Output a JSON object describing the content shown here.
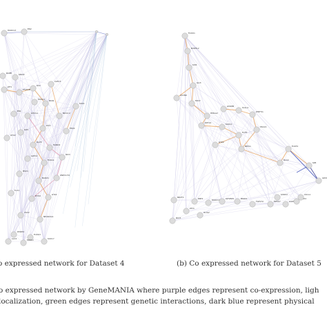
{
  "figure": {
    "subcaption_a": "o expressed network for Dataset 4",
    "subcaption_b": "(b) Co expressed network for Dataset 5",
    "caption_line1": "o expressed network by GeneMANIA where purple edges represent co-expression, ligh",
    "caption_line2": "localization, green edges represent genetic interactions, dark blue represent physical"
  },
  "network_a": {
    "node_labels": [
      "HOXD13",
      "EN2",
      "RARB",
      "SNAI2",
      "WT1",
      "TFAP2B",
      "GSC",
      "CLEC3",
      "HOXA1",
      "PAX6",
      "EN1",
      "LMX1A",
      "NKX2-2",
      "ZIC1",
      "SIX1",
      "OTX2",
      "DLX5",
      "HAND2",
      "TBX2",
      "SOX1",
      "GATA4",
      "FOXA1",
      "IRX3",
      "MSX1",
      "BARX1",
      "ONECUT2",
      "TLX1",
      "PITX2",
      "LHX2",
      "VSX2",
      "NEUROG1",
      "DMRT2",
      "FOXD3",
      "SOX17",
      "ALX4",
      "FZD10"
    ]
  },
  "network_b": {
    "node_labels": [
      "FOXD1",
      "BARHL2",
      "SIX6",
      "GLI3",
      "CLDN6",
      "FZD7",
      "HMGA2",
      "LIN28B",
      "SALL4",
      "WNT5A",
      "KRT19",
      "SOX11",
      "FGF5",
      "TBX15",
      "MEIS1",
      "LHX9",
      "FOXF2",
      "DLX2",
      "SP8",
      "GDNF",
      "NR2F1",
      "EBF3",
      "HOXC10",
      "IGF2BP1",
      "PRRX1",
      "TWIST2",
      "EPHA7",
      "LGR5",
      "SFRP2",
      "ZIC4",
      "OLIG2",
      "PAX3",
      "ASCL1",
      "SHOX2"
    ]
  },
  "colors": {
    "coexpression": "#c8c4e6",
    "colocalization": "#e8a868",
    "physical": "#3a4fb8",
    "pathway": "#9ab8d8",
    "predicted": "#e09bb0",
    "node_fill": "#dcdcdc",
    "node_stroke": "#b0b0b0"
  }
}
